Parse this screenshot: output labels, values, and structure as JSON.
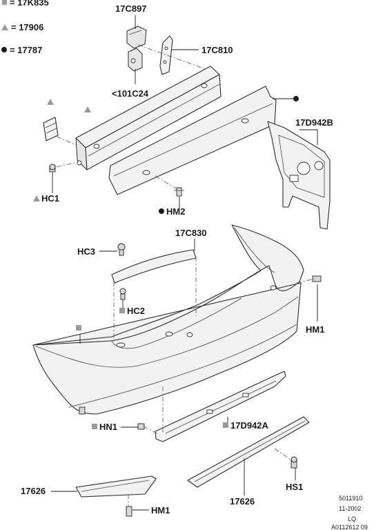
{
  "legend": [
    {
      "symbol": "square",
      "text": "= 17K835"
    },
    {
      "symbol": "triangle",
      "text": "= 17906"
    },
    {
      "symbol": "circle",
      "text": "= 17787"
    }
  ],
  "callouts": {
    "c17C897": "17C897",
    "c17C810": "17C810",
    "c101C24": "<101C24",
    "c17D942B": "17D942B",
    "cHC1": "HC1",
    "cHM2": "HM2",
    "cHC3": "HC3",
    "c17C830": "17C830",
    "cHC2": "HC2",
    "cHM1_right": "HM1",
    "cHN1": "HN1",
    "c17D942A": "17D942A",
    "c17626_left": "17626",
    "c17626_right": "17626",
    "cHS1": "HS1",
    "cHM1_bottom": "HM1"
  },
  "footer": {
    "line1": "5011910",
    "line2": "11-2002",
    "line3": "LQ",
    "line4": "A0112612 09"
  },
  "colors": {
    "ink": "#1a1a1a",
    "symbol_gray": "#9a9a9a",
    "part_fill": "#f2f2f2"
  }
}
